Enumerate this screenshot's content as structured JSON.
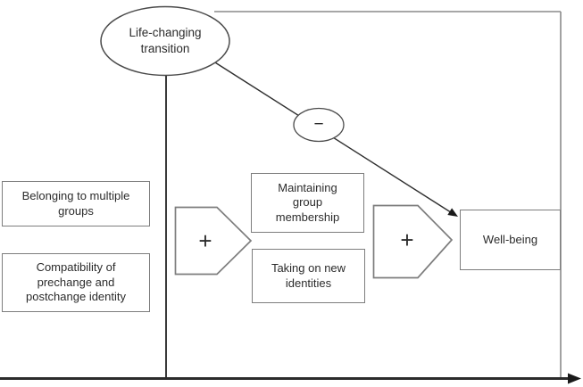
{
  "diagram": {
    "description": "Model of identity processes linking a life-changing transition to well-being",
    "nodes": {
      "transition": {
        "label": "Life-changing\ntransition"
      },
      "belonging": {
        "label": "Belonging to multiple\ngroups"
      },
      "compatibility": {
        "label": "Compatibility of\nprechange and\npostchange identity"
      },
      "maintaining": {
        "label": "Maintaining\ngroup\nmembership"
      },
      "taking": {
        "label": "Taking on new\nidentities"
      },
      "wellbeing": {
        "label": "Well-being"
      }
    },
    "operators": {
      "plus": "+",
      "minus": "−"
    },
    "colors": {
      "ink": "#2b2b2b",
      "frame_gray": "#8a8a8a",
      "border_gray": "#7d7d7d",
      "ellipse_stroke": "#4a4a4a",
      "background": "#ffffff"
    }
  }
}
